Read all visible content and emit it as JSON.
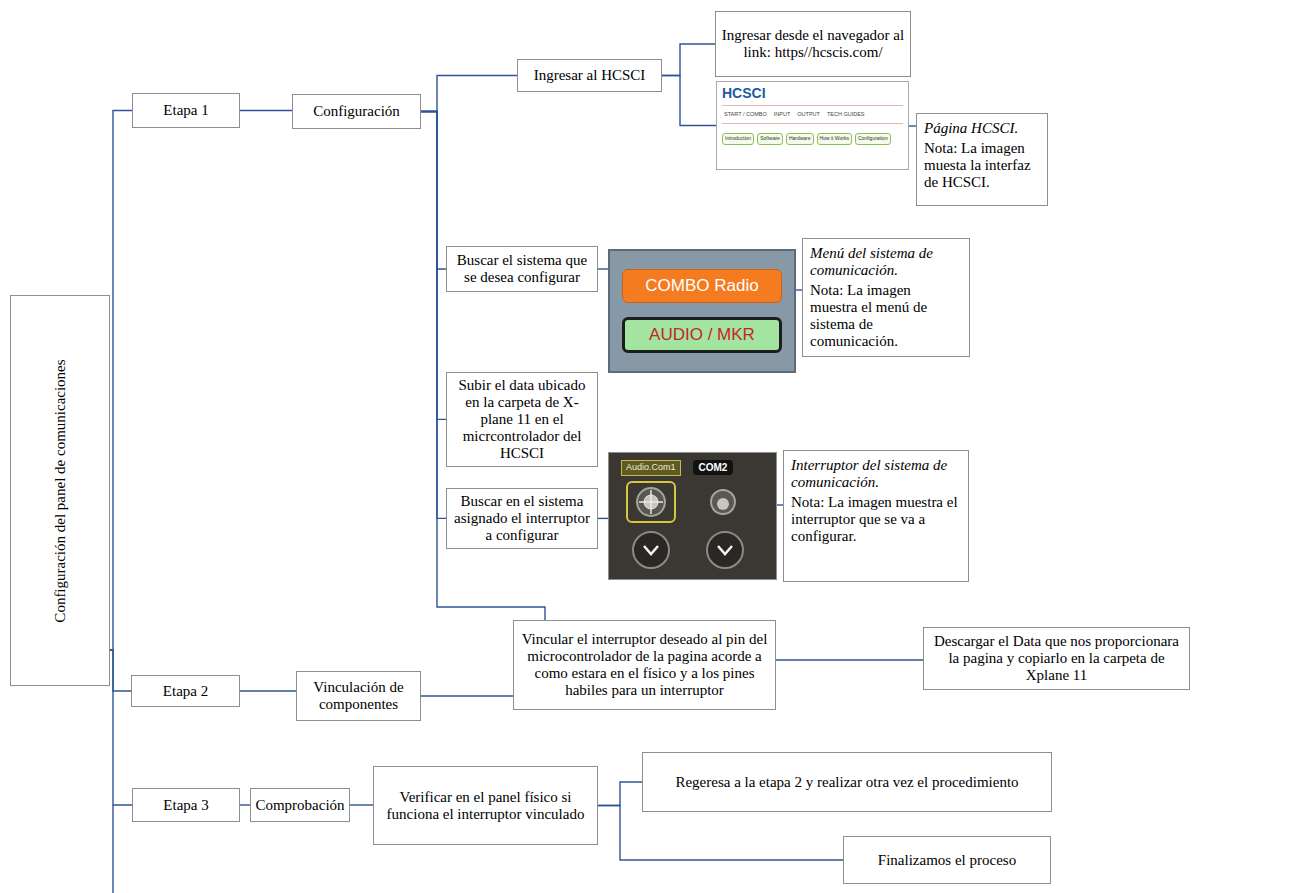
{
  "diagram": {
    "nodes": [
      {
        "text": [
          "Configuración del panel de comunicaciones"
        ]
      },
      {
        "text": [
          "Etapa 1"
        ]
      },
      {
        "text": [
          "Configuración"
        ]
      },
      {
        "text": [
          "Ingresar al HCSCI"
        ]
      },
      {
        "text": [
          "Ingresar desde el navegador al link: https//hcscis.com/"
        ]
      },
      {
        "text": [
          "HCSCI",
          "START / COMBO",
          "INPUT",
          "OUTPUT",
          "TECH GUIDES",
          "Introduction",
          "Software",
          "Hardware",
          "How it Works",
          "Configuration"
        ]
      },
      {
        "text": [
          "Página HCSCI.",
          "Nota: La imagen muesta la interfaz de HCSCI."
        ]
      },
      {
        "text": [
          "Buscar el sistema que se desea configurar"
        ]
      },
      {
        "text": [
          "COMBO Radio",
          "AUDIO / MKR"
        ]
      },
      {
        "text": [
          "Menú del sistema de comunicación.",
          "Nota: La imagen muestra el menú de sistema de comunicación."
        ]
      },
      {
        "text": [
          "Subir el data ubicado en la carpeta de X-plane 11 en el micrcontrolador del HCSCI"
        ]
      },
      {
        "text": [
          "Buscar en el sistema asignado el interruptor a configurar"
        ]
      },
      {
        "text": [
          "Audio.Com1",
          "COM2"
        ]
      },
      {
        "text": [
          "Interruptor del sistema de comunicación.",
          "Nota: La imagen muestra el interruptor que se va a configurar."
        ]
      },
      {
        "text": [
          "Etapa 2"
        ]
      },
      {
        "text": [
          "Vinculación de componentes"
        ]
      },
      {
        "text": [
          "Vincular el interruptor deseado al pin del microcontrolador de la pagina acorde a como estara en el físico y a los pines habiles para un interruptor"
        ]
      },
      {
        "text": [
          "Descargar el Data que nos proporcionara la pagina y copiarlo en la carpeta de Xplane 11"
        ]
      },
      {
        "text": [
          "Etapa 3"
        ]
      },
      {
        "text": [
          "Comprobación"
        ]
      },
      {
        "text": [
          "Verificar en el panel físico si funciona el interruptor vinculado"
        ]
      },
      {
        "text": [
          "Regeresa a la etapa 2 y realizar otra vez el procedimiento"
        ]
      },
      {
        "text": [
          "Finalizamos el proceso"
        ]
      }
    ],
    "edges": [
      {
        "from": 0,
        "to": 1,
        "arrow": "none"
      },
      {
        "from": 0,
        "to": 14,
        "arrow": "none"
      },
      {
        "from": 0,
        "to": 18,
        "arrow": "none"
      },
      {
        "from": 1,
        "to": 2,
        "arrow": "none"
      },
      {
        "from": 2,
        "to": 3,
        "arrow": "none"
      },
      {
        "from": 2,
        "to": 7,
        "arrow": "none"
      },
      {
        "from": 2,
        "to": 10,
        "arrow": "none"
      },
      {
        "from": 2,
        "to": 11,
        "arrow": "none"
      },
      {
        "from": 2,
        "to": 16,
        "arrow": "none"
      },
      {
        "from": 3,
        "to": 4,
        "arrow": "none"
      },
      {
        "from": 3,
        "to": 5,
        "arrow": "none"
      },
      {
        "from": 5,
        "to": 6,
        "arrow": "none"
      },
      {
        "from": 7,
        "to": 8,
        "arrow": "none"
      },
      {
        "from": 8,
        "to": 9,
        "arrow": "none"
      },
      {
        "from": 11,
        "to": 12,
        "arrow": "none"
      },
      {
        "from": 12,
        "to": 13,
        "arrow": "none"
      },
      {
        "from": 14,
        "to": 15,
        "arrow": "none"
      },
      {
        "from": 15,
        "to": 16,
        "arrow": "none"
      },
      {
        "from": 16,
        "to": 17,
        "arrow": "none"
      },
      {
        "from": 18,
        "to": 19,
        "arrow": "none"
      },
      {
        "from": 19,
        "to": 20,
        "arrow": "none"
      },
      {
        "from": 20,
        "to": 21,
        "arrow": "none"
      },
      {
        "from": 20,
        "to": 22,
        "arrow": "none"
      }
    ]
  }
}
